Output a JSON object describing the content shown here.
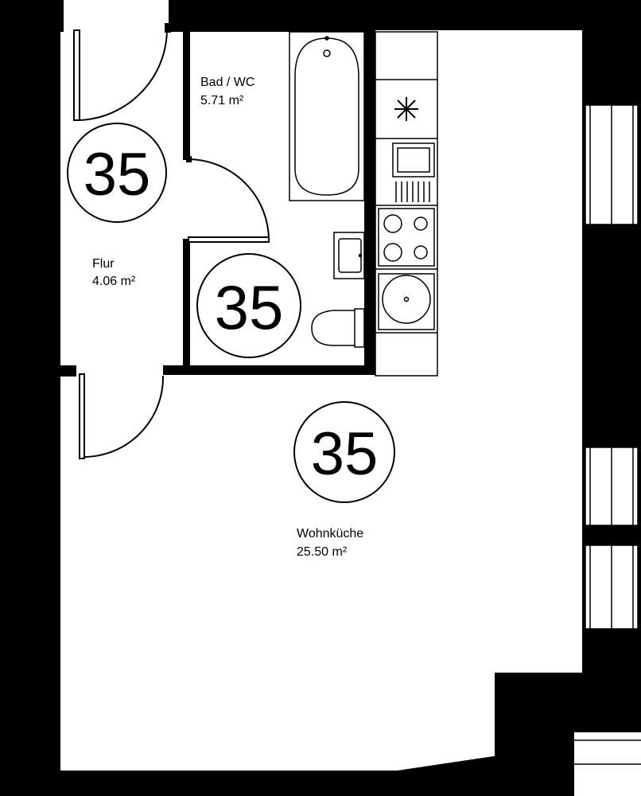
{
  "colors": {
    "wall": "#000000",
    "background": "#ffffff",
    "line": "#000000"
  },
  "rooms": {
    "bad": {
      "name": "Bad / WC",
      "area": "5.71 m²",
      "badge": "35"
    },
    "flur": {
      "name": "Flur",
      "area": "4.06 m²",
      "badge": "35"
    },
    "wohnkueche": {
      "name": "Wohnküche",
      "area": "25.50 m²",
      "badge": "35"
    }
  },
  "fixtures": [
    "bathtub",
    "washbasin",
    "toilet",
    "fridge",
    "oven",
    "cooktop",
    "kitchen-sink",
    "doors",
    "windows"
  ]
}
